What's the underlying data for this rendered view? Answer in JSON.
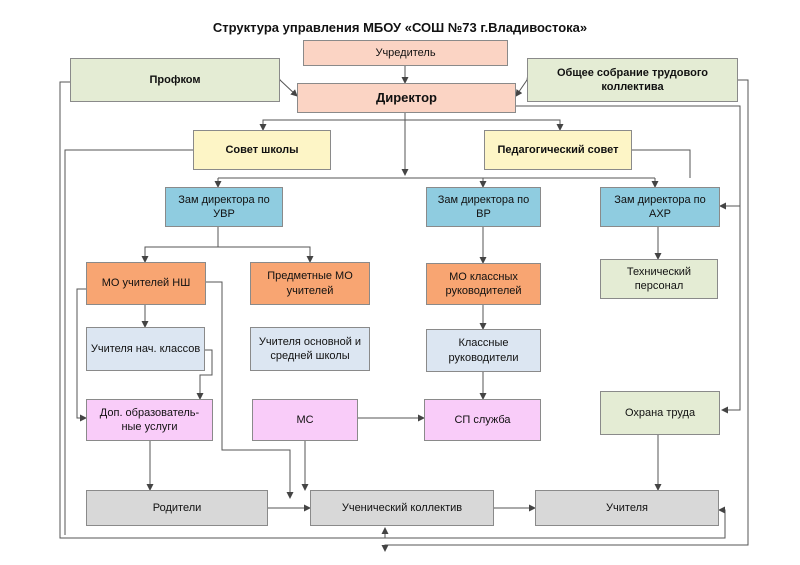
{
  "title": "Структура управления МБОУ «СОШ №73 г.Владивостока»",
  "nodes": {
    "founder": "Учредитель",
    "director": "Директор",
    "union": "Профком",
    "general_meeting": "Общее собрание трудового коллектива",
    "school_council": "Совет школы",
    "ped_council": "Педагогический совет",
    "deputy_uvr": "Зам директора по УВР",
    "deputy_vr": "Зам директора по ВР",
    "deputy_ahr": "Зам директора по АХР",
    "mo_primary": "МО учителей НШ",
    "subject_mo": "Предметные МО учителей",
    "mo_class_teachers": "МО классных руководителей",
    "tech_staff": "Технический персонал",
    "primary_teachers": "Учителя нач. классов",
    "secondary_teachers": "Учителя основной и средней школы",
    "class_teachers": "Классные руководители",
    "extra_services": "Доп. образователь-ные услуги",
    "ms": "МС",
    "sp_service": "СП служба",
    "labor_safety": "Охрана труда",
    "parents": "Родители",
    "student_body": "Ученический коллектив",
    "teachers": "Учителя"
  }
}
